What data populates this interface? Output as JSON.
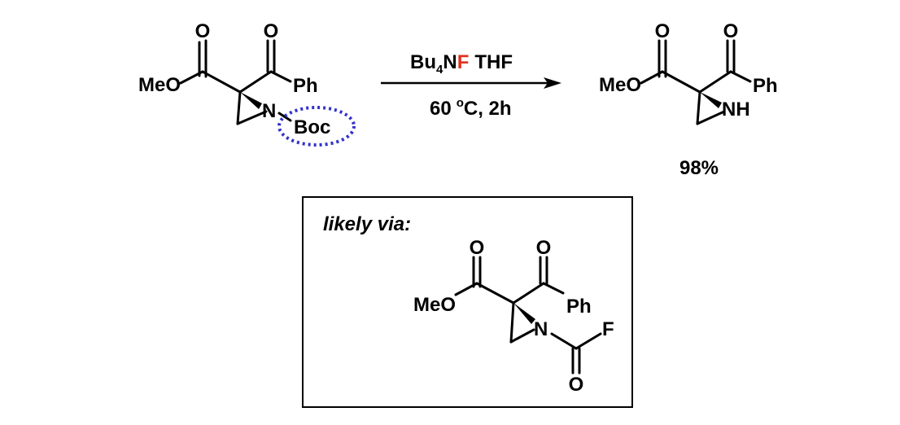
{
  "colors": {
    "fluorine": "#e0301e",
    "highlight": "#3333cc",
    "yield": "#3a4cd8",
    "text": "#000000"
  },
  "reactant": {
    "oxygen_1": "O",
    "oxygen_2": "O",
    "methoxy": "MeO",
    "phenyl": "Ph",
    "nitrogen": "N",
    "protecting_group": "Boc"
  },
  "conditions": {
    "reagent_main": "Bu",
    "reagent_subscript": "4",
    "reagent_n": "N",
    "reagent_f": "F",
    "solvent": "THF",
    "temperature_value": "60",
    "temperature_degree": "o",
    "temperature_unit": "C, 2h"
  },
  "product": {
    "oxygen_1": "O",
    "oxygen_2": "O",
    "methoxy": "MeO",
    "phenyl": "Ph",
    "amine": "NH",
    "yield": "98%"
  },
  "intermediate_box": {
    "title": "likely via:",
    "oxygen_1": "O",
    "oxygen_2": "O",
    "oxygen_3": "O",
    "methoxy": "MeO",
    "phenyl": "Ph",
    "nitrogen": "N",
    "fluorine": "F"
  }
}
